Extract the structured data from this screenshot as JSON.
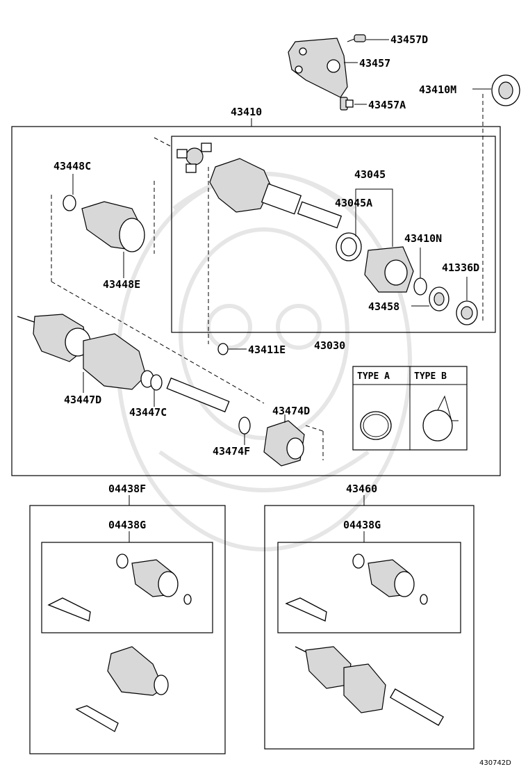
{
  "labels": {
    "p43457D": "43457D",
    "p43457": "43457",
    "p43457A": "43457A",
    "p43410M": "43410M",
    "p43410": "43410",
    "p43448C": "43448C",
    "p43448E": "43448E",
    "p43045": "43045",
    "p43045A": "43045A",
    "p43410N": "43410N",
    "p41336D": "41336D",
    "p43458": "43458",
    "p43411E": "43411E",
    "p43030": "43030",
    "p43447D": "43447D",
    "p43447C": "43447C",
    "p43474D": "43474D",
    "p43474F": "43474F",
    "p04438F": "04438F",
    "p04438G_left": "04438G",
    "p43460": "43460",
    "p04438G_right": "04438G"
  },
  "types": {
    "type_a": "TYPE A",
    "type_b": "TYPE B"
  },
  "diagram_ref": "430742D"
}
